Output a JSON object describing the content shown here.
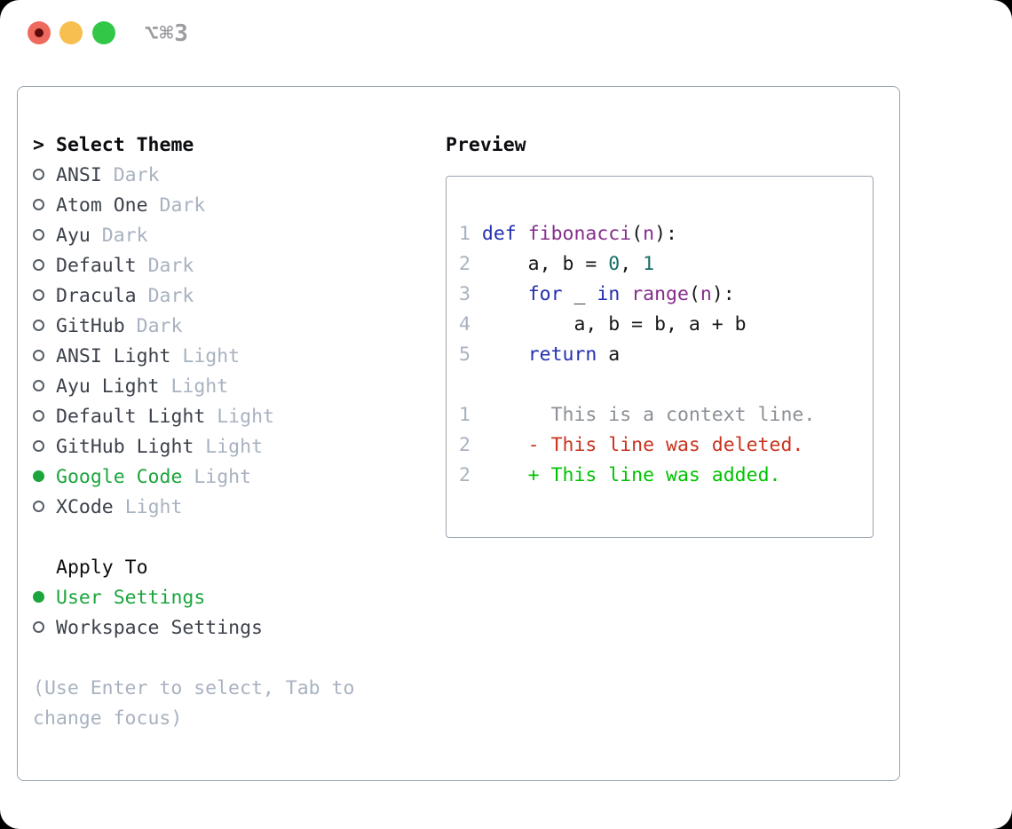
{
  "window": {
    "title": "⌥⌘3"
  },
  "theme_picker": {
    "prompt": ">",
    "title": "Select Theme",
    "themes": [
      {
        "name": "ANSI",
        "variant": "Dark",
        "selected": false
      },
      {
        "name": "Atom One",
        "variant": "Dark",
        "selected": false
      },
      {
        "name": "Ayu",
        "variant": "Dark",
        "selected": false
      },
      {
        "name": "Default",
        "variant": "Dark",
        "selected": false
      },
      {
        "name": "Dracula",
        "variant": "Dark",
        "selected": false
      },
      {
        "name": "GitHub",
        "variant": "Dark",
        "selected": false
      },
      {
        "name": "ANSI Light",
        "variant": "Light",
        "selected": false
      },
      {
        "name": "Ayu Light",
        "variant": "Light",
        "selected": false
      },
      {
        "name": "Default Light",
        "variant": "Light",
        "selected": false
      },
      {
        "name": "GitHub Light",
        "variant": "Light",
        "selected": false
      },
      {
        "name": "Google Code",
        "variant": "Light",
        "selected": true
      },
      {
        "name": "XCode",
        "variant": "Light",
        "selected": false
      }
    ],
    "apply_to": {
      "title": "Apply To",
      "options": [
        {
          "label": "User Settings",
          "selected": true
        },
        {
          "label": "Workspace Settings",
          "selected": false
        }
      ]
    },
    "hint_line1": "(Use Enter to select, Tab to",
    "hint_line2": "change focus)"
  },
  "preview": {
    "title": "Preview",
    "code_lines": [
      {
        "num": "1",
        "tokens": [
          [
            "def",
            "kw"
          ],
          [
            " ",
            "pl"
          ],
          [
            "fibonacci",
            "fn"
          ],
          [
            "(",
            "pl"
          ],
          [
            "n",
            "fn"
          ],
          [
            "):",
            "pl"
          ]
        ]
      },
      {
        "num": "2",
        "tokens": [
          [
            "    a, b = ",
            "pl"
          ],
          [
            "0",
            "num"
          ],
          [
            ", ",
            "pl"
          ],
          [
            "1",
            "num"
          ]
        ]
      },
      {
        "num": "3",
        "tokens": [
          [
            "    ",
            "pl"
          ],
          [
            "for",
            "kw"
          ],
          [
            " _ ",
            "pl"
          ],
          [
            "in",
            "kw"
          ],
          [
            " ",
            "pl"
          ],
          [
            "range",
            "fn"
          ],
          [
            "(",
            "pl"
          ],
          [
            "n",
            "fn"
          ],
          [
            "):",
            "pl"
          ]
        ]
      },
      {
        "num": "4",
        "tokens": [
          [
            "        a, b = b, a + b",
            "pl"
          ]
        ]
      },
      {
        "num": "5",
        "tokens": [
          [
            "    ",
            "pl"
          ],
          [
            "return",
            "kw"
          ],
          [
            " a",
            "pl"
          ]
        ]
      }
    ],
    "diff_lines": [
      {
        "num": "1",
        "cls": "ctx",
        "content": "      This is a context line."
      },
      {
        "num": "2",
        "cls": "del",
        "content": "    - This line was deleted."
      },
      {
        "num": "2",
        "cls": "add",
        "content": "    + This line was added."
      }
    ]
  },
  "colors": {
    "win_title": "#9b9da1",
    "traffic_red": "#ef6a5e",
    "traffic_red_dot": "#5c0b0b",
    "traffic_yellow": "#f6bf4f",
    "traffic_green": "#33c748",
    "border": "#9aa3ae",
    "text_dark": "#3c414b",
    "text_black": "#0c0d10",
    "muted": "#a8b2c0",
    "green_sel": "#1ca53c",
    "circle": "#555c66",
    "kw": "#232fad",
    "fn": "#872d8e",
    "lit": "#156f68",
    "plain": "#16171a",
    "ln": "#a8b2c0",
    "ctx": "#8b9096",
    "del": "#c9331f",
    "add": "#00c300"
  }
}
